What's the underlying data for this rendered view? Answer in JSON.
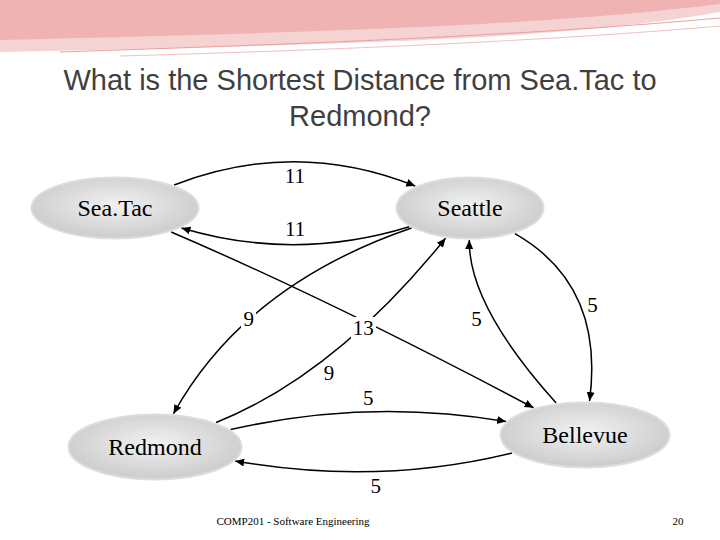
{
  "diagram": {
    "title": "What is the Shortest Distance from Sea.Tac to Redmond?",
    "nodes": [
      {
        "text": [
          "Sea.Tac"
        ]
      },
      {
        "text": [
          "Seattle"
        ]
      },
      {
        "text": [
          "Redmond"
        ]
      },
      {
        "text": [
          "Bellevue"
        ]
      }
    ],
    "edges": [
      {
        "from": 0,
        "to": 1,
        "arrow": "to",
        "label": "11"
      },
      {
        "from": 1,
        "to": 0,
        "arrow": "to",
        "label": "11"
      },
      {
        "from": 0,
        "to": 3,
        "arrow": "to",
        "label": "13"
      },
      {
        "from": 1,
        "to": 2,
        "arrow": "to",
        "label": "9"
      },
      {
        "from": 2,
        "to": 1,
        "arrow": "to",
        "label": "9"
      },
      {
        "from": 3,
        "to": 1,
        "arrow": "to",
        "label": "5"
      },
      {
        "from": 1,
        "to": 3,
        "arrow": "to",
        "label": "5"
      },
      {
        "from": 2,
        "to": 3,
        "arrow": "to",
        "label": "5"
      },
      {
        "from": 3,
        "to": 2,
        "arrow": "to",
        "label": "5"
      }
    ],
    "labels": [
      "COMP201 - Software Engineering",
      "20"
    ]
  }
}
